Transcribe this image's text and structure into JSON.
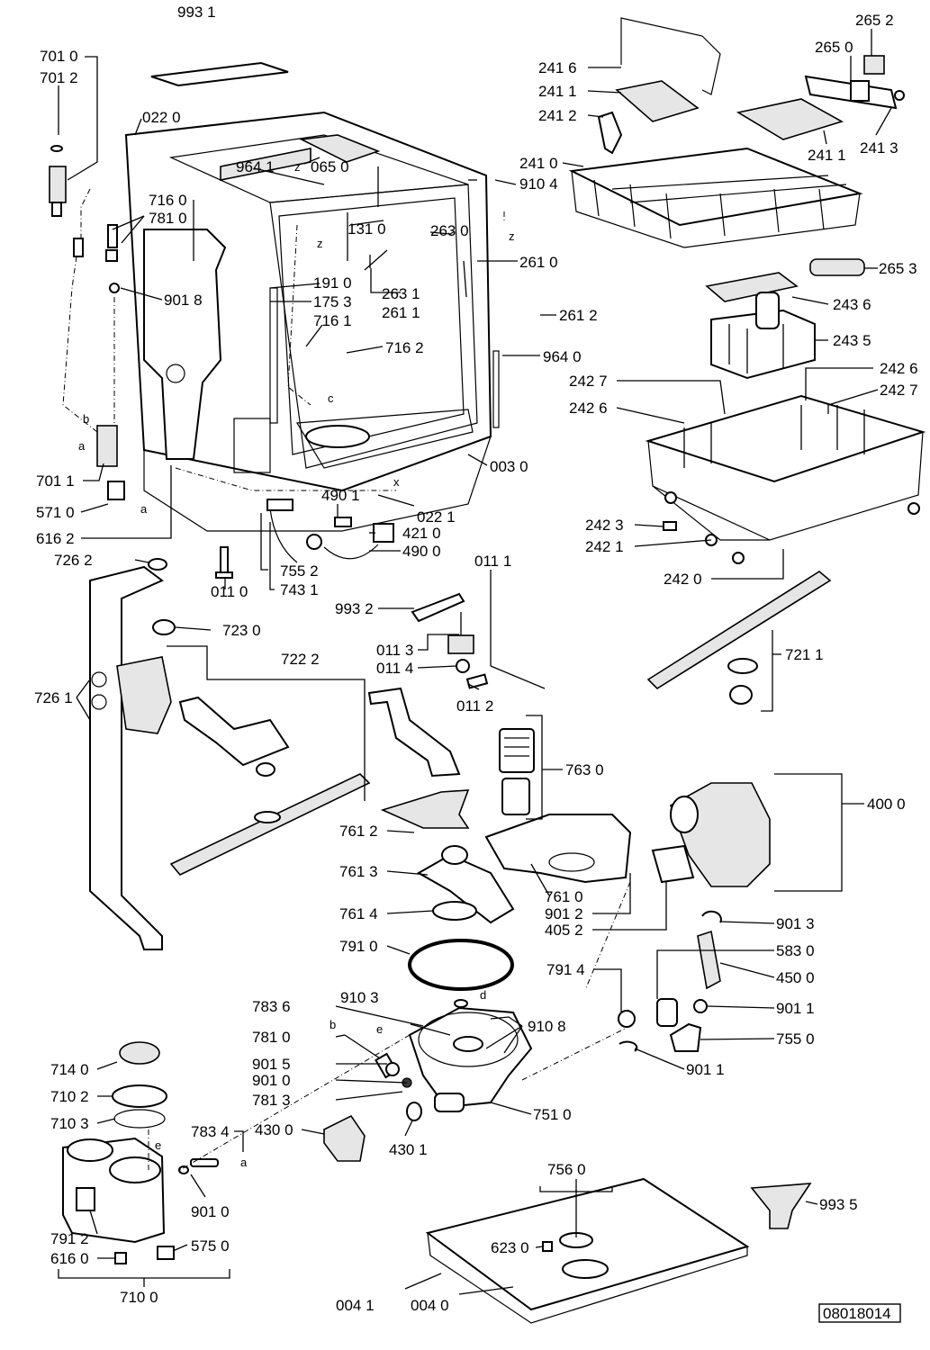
{
  "doc_id": "08018014",
  "labels": {
    "p9931": "993 1",
    "p7010": "701 0",
    "p7012": "701 2",
    "p0220": "022 0",
    "p9641": "964 1",
    "p0650": "065 0",
    "p7160": "716 0",
    "p7810a": "781 0",
    "p1310": "131 0",
    "p2630": "263 0",
    "p2610": "261 0",
    "p1910": "191 0",
    "p1753": "175 3",
    "p2631": "263 1",
    "p2611": "261 1",
    "p9018": "901 8",
    "p7161": "716 1",
    "p7162": "716 2",
    "p9640": "964 0",
    "p2612": "261 2",
    "p7011": "701 1",
    "p5710": "571 0",
    "p6162": "616 2",
    "p0030": "003 0",
    "p4901": "490 1",
    "p0221": "022 1",
    "p4210": "421 0",
    "p4900": "490 0",
    "p7552": "755 2",
    "p7431": "743 1",
    "p0110": "011 0",
    "p7262": "726 2",
    "p2416": "241 6",
    "p2411a": "241 1",
    "p2412": "241 2",
    "p2410": "241 0",
    "p9104": "910 4",
    "p2652": "265 2",
    "p2650": "265 0",
    "p2411b": "241 1",
    "p2413": "241 3",
    "p2653": "265 3",
    "p2436": "243 6",
    "p2435": "243 5",
    "p2427a": "242 7",
    "p2426a": "242 6",
    "p2426b": "242 6",
    "p2427b": "242 7",
    "p2423": "242 3",
    "p2421": "242 1",
    "p2420": "242 0",
    "p0111": "011 1",
    "p9932": "993 2",
    "p0113": "011 3",
    "p0114": "011 4",
    "p0112": "011 2",
    "p7211": "721 1",
    "p7230": "723 0",
    "p7222": "722 2",
    "p7261": "726 1",
    "p7630": "763 0",
    "p4000": "400 0",
    "p7612": "761 2",
    "p7613": "761 3",
    "p7610": "761 0",
    "p9012": "901 2",
    "p4052": "405 2",
    "p7614": "761 4",
    "p7910": "791 0",
    "p9013": "901 3",
    "p5830": "583 0",
    "p4500": "450 0",
    "p7914": "791 4",
    "p9011a": "901 1",
    "p7836": "783 6",
    "p9103": "910 3",
    "p9108": "910 8",
    "p7810b": "781 0",
    "p7550": "755 0",
    "p9015": "901 5",
    "p9011b": "901 1",
    "p9010a": "901 0",
    "p7813": "781 3",
    "p7510": "751 0",
    "p7140": "714 0",
    "p7102": "710 2",
    "p7103": "710 3",
    "p7834": "783 4",
    "p4300": "430 0",
    "p4301": "430 1",
    "p9010b": "901 0",
    "p7912": "791 2",
    "p5750": "575 0",
    "p6160": "616 0",
    "p7100": "710 0",
    "p7560": "756 0",
    "p6230": "623 0",
    "p9935": "993 5",
    "p0041": "004 1",
    "p0040": "004 0"
  },
  "letters": {
    "z1": "z",
    "z2": "z",
    "z3": "z",
    "c": "c",
    "x": "x",
    "b1": "b",
    "a1": "a",
    "a2": "a",
    "d": "d",
    "b2": "b",
    "e1": "e",
    "e2": "e",
    "a3": "a"
  }
}
